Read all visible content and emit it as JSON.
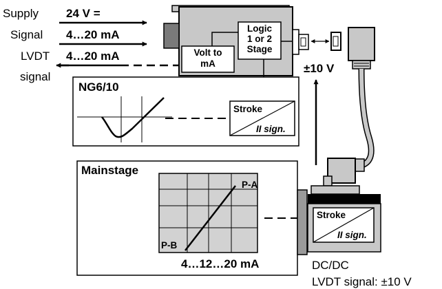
{
  "inputs": {
    "supply_label": "Supply",
    "supply_value": "24 V =",
    "signal_label": "Signal",
    "signal_value": "4…20 mA",
    "lvdt_label_1": "LVDT",
    "lvdt_label_2": "signal",
    "lvdt_value": "4…20 mA"
  },
  "amplifier": {
    "logic_line_1": "Logic",
    "logic_line_2": "1 or 2",
    "logic_line_3": "Stage",
    "volt_line_1": "Volt to",
    "volt_line_2": "mA"
  },
  "pilot_feedback": "±10 V",
  "pilot_stage": {
    "title": "NG6/10",
    "stroke_label": "Stroke",
    "sign_label": "II sign."
  },
  "main_stage": {
    "title": "Mainstage",
    "pa_label": "P-A",
    "pb_label": "P-B",
    "axis_label": "4…12…20 mA",
    "stroke_label": "Stroke",
    "sign_label": "II sign."
  },
  "footer": {
    "dcdc_label": "DC/DC",
    "lvdt_signal_label": "LVDT signal: ±10 V"
  },
  "colors": {
    "housing": "#c8c8c8",
    "graph_fill": "#d2d2d2",
    "block": "#000000"
  }
}
